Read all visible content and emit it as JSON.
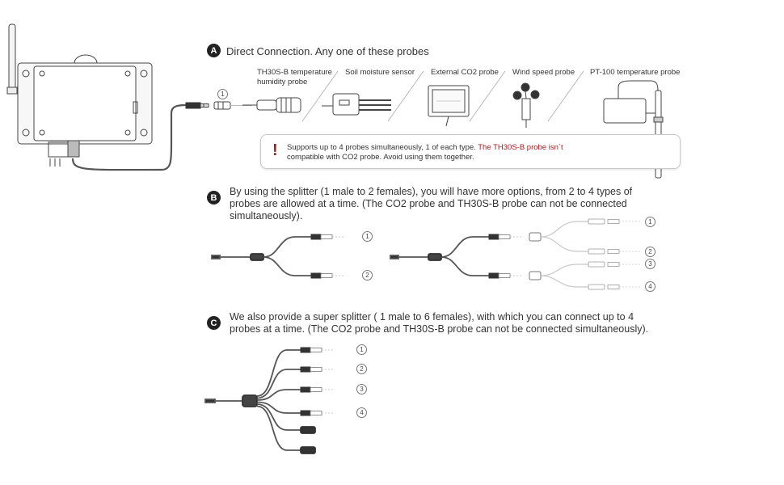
{
  "sections": {
    "a": {
      "badge": "A",
      "heading": "Direct Connection. Any one of these probes",
      "connector_number": "1",
      "probes": [
        {
          "line1": "TH30S-B temperature",
          "line2": "humidity probe"
        },
        {
          "line1": "Soil moisture sensor",
          "line2": ""
        },
        {
          "line1": "External CO2 probe",
          "line2": ""
        },
        {
          "line1": "Wind speed probe",
          "line2": ""
        },
        {
          "line1": "PT-100 temperature probe",
          "line2": ""
        }
      ],
      "note_prefix": "Supports up to 4 probes simultaneously, 1 of each type.",
      "note_highlight": "The TH30S-B probe isn`t",
      "note_line2": "compatible with CO2 probe. Avoid using them together."
    },
    "b": {
      "badge": "B",
      "text": "By using the splitter (1 male to 2 females), you will have more options, from 2 to 4 types of probes are allowed at a time. (The CO2 probe and TH30S-B probe can not be connected simultaneously).",
      "left_numbers": [
        "1",
        "2"
      ],
      "right_numbers": [
        "1",
        "2",
        "3",
        "4"
      ]
    },
    "c": {
      "badge": "C",
      "text": "We also provide a super splitter ( 1 male to 6 females), with which you can connect up to 4 probes at a time. (The CO2 probe and TH30S-B probe can not be connected simultaneously).",
      "numbers": [
        "1",
        "2",
        "3",
        "4"
      ]
    }
  },
  "colors": {
    "dark": "#333333",
    "cable": "#555555",
    "light_cable": "#c8c8c8",
    "accent_red": "#a01e1e"
  }
}
